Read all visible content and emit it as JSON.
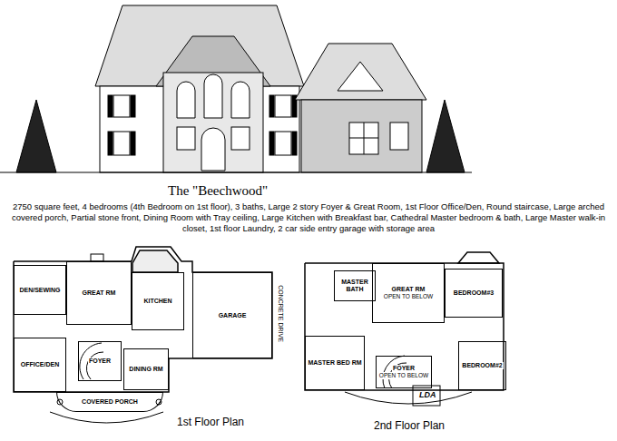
{
  "diagram": {
    "title": "The \"Beechwood\"",
    "nodes": [
      {
        "text": [
          "DEN/SEWING"
        ]
      },
      {
        "text": [
          "GREAT RM"
        ]
      },
      {
        "text": [
          "KITCHEN"
        ]
      },
      {
        "text": [
          "GARAGE"
        ]
      },
      {
        "text": [
          "OFFICE/DEN"
        ]
      },
      {
        "text": [
          "FOYER"
        ]
      },
      {
        "text": [
          "DINING RM"
        ]
      },
      {
        "text": [
          "COVERED PORCH"
        ]
      },
      {
        "text": [
          "MASTER BATH"
        ]
      },
      {
        "text": [
          "GREAT RM",
          "OPEN TO BELOW"
        ]
      },
      {
        "text": [
          "BEDROOM#3"
        ]
      },
      {
        "text": [
          "MASTER BED RM"
        ]
      },
      {
        "text": [
          "FOYER",
          "OPEN TO BELOW"
        ]
      },
      {
        "text": [
          "BEDROOM#2"
        ]
      }
    ],
    "labels": [
      "2750 square feet, 4 bedrooms (4th Bedroom on 1st floor), 3 baths, Large 2 story Foyer & Great Room, 1st Floor Office/Den, Round staircase, Large arched covered porch, Partial stone front, Dining Room with Tray ceiling, Large Kitchen with Breakfast bar, Cathedral Master bedroom & bath, Large Master walk-in closet, 1st floor Laundry, 2 car side entry garage with storage area",
      "1st Floor Plan",
      "2nd Floor Plan",
      "CONCRETE DRIVE",
      "LDA"
    ]
  }
}
